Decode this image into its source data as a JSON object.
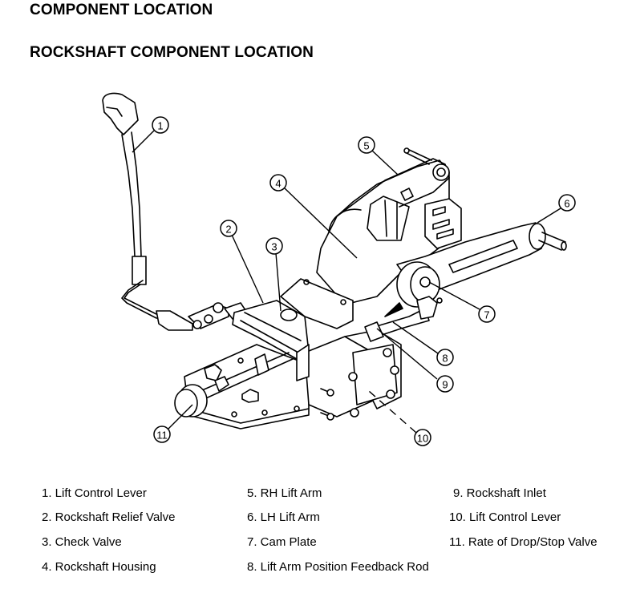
{
  "header": {
    "title": "COMPONENT LOCATION",
    "subtitle": "ROCKSHAFT COMPONENT LOCATION"
  },
  "diagram": {
    "callouts": [
      "1",
      "2",
      "3",
      "4",
      "5",
      "6",
      "7",
      "8",
      "9",
      "10",
      "11"
    ]
  },
  "legend": {
    "items": [
      "1. Lift Control Lever",
      "2. Rockshaft Relief Valve",
      "3. Check Valve",
      "4. Rockshaft Housing",
      "5. RH Lift Arm",
      "6. LH Lift Arm",
      "7. Cam Plate",
      "8. Lift Arm Position Feedback Rod",
      "9. Rockshaft Inlet",
      "10. Lift Control Lever",
      "11. Rate of Drop/Stop Valve"
    ]
  }
}
